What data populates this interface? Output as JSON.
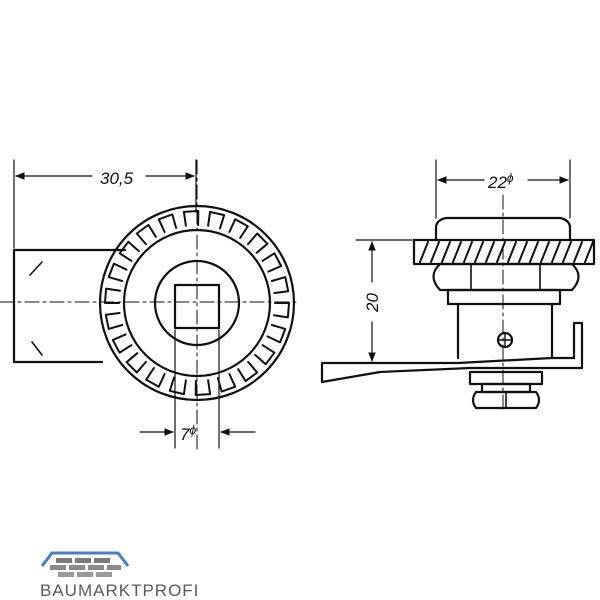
{
  "drawing": {
    "front_view": {
      "width_label": "30,5",
      "square_label": "7",
      "square_unit": "ϕ"
    },
    "side_view": {
      "diameter_label": "22",
      "diameter_unit": "ϕ",
      "height_label": "20"
    }
  },
  "brand": {
    "name": "BAUMARKTPROFI",
    "colors": {
      "roof": "#4a7fb8",
      "bricks": "#7a7a7a",
      "text": "#5a5a5a"
    }
  },
  "colors": {
    "ink": "#111111",
    "background": "#ffffff"
  }
}
